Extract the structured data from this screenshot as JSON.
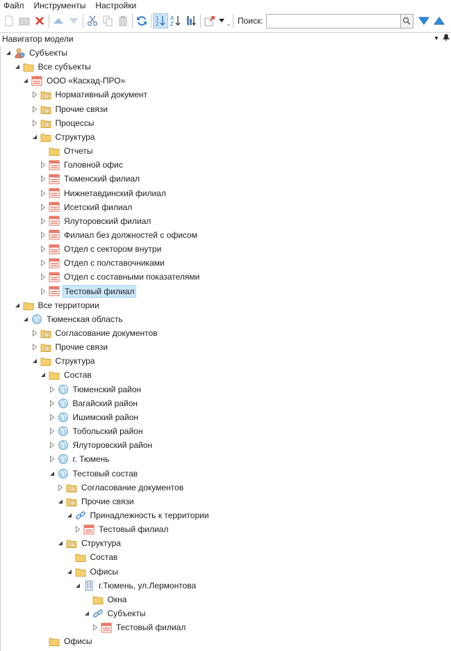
{
  "menu": [
    "Файл",
    "Инструменты",
    "Настройки"
  ],
  "search": {
    "label": "Поиск:",
    "value": ""
  },
  "panel": {
    "title": "Навигатор модели",
    "pin_glyph": "▾",
    "close_glyph": "⊣"
  },
  "tree": [
    {
      "depth": 0,
      "arrow": "expanded",
      "icon": "subjects-icon",
      "label": "Субъекты"
    },
    {
      "depth": 1,
      "arrow": "expanded",
      "icon": "folder-icon",
      "label": "Все субъекты"
    },
    {
      "depth": 2,
      "arrow": "expanded",
      "icon": "org-icon",
      "label": "ООО «Каскад-ПРО»"
    },
    {
      "depth": 3,
      "arrow": "collapsed",
      "icon": "folder-doc-icon",
      "label": "Нормативный документ"
    },
    {
      "depth": 3,
      "arrow": "collapsed",
      "icon": "folder-doc-icon",
      "label": "Прочие связи"
    },
    {
      "depth": 3,
      "arrow": "collapsed",
      "icon": "folder-doc-icon",
      "label": "Процессы"
    },
    {
      "depth": 3,
      "arrow": "expanded",
      "icon": "folder-icon",
      "label": "Структура"
    },
    {
      "depth": 4,
      "arrow": "none",
      "icon": "folder-icon",
      "label": "Отчеты"
    },
    {
      "depth": 4,
      "arrow": "collapsed",
      "icon": "org-icon",
      "label": "Головной офис"
    },
    {
      "depth": 4,
      "arrow": "collapsed",
      "icon": "org-icon",
      "label": "Тюменский филиал"
    },
    {
      "depth": 4,
      "arrow": "collapsed",
      "icon": "org-icon",
      "label": "Нижнетавдинский филиал"
    },
    {
      "depth": 4,
      "arrow": "collapsed",
      "icon": "org-icon",
      "label": "Исетский филиал"
    },
    {
      "depth": 4,
      "arrow": "collapsed",
      "icon": "org-icon",
      "label": "Ялуторовский филиал"
    },
    {
      "depth": 4,
      "arrow": "collapsed",
      "icon": "org-icon",
      "label": "Филиал без должностей с офисом"
    },
    {
      "depth": 4,
      "arrow": "collapsed",
      "icon": "org-icon",
      "label": "Отдел с сектором внутри"
    },
    {
      "depth": 4,
      "arrow": "collapsed",
      "icon": "org-icon",
      "label": "Отдел с полставочниками"
    },
    {
      "depth": 4,
      "arrow": "collapsed",
      "icon": "org-icon",
      "label": "Отдел с составными показателями"
    },
    {
      "depth": 4,
      "arrow": "collapsed",
      "icon": "org-icon",
      "label": "Тестовый филиал",
      "selected": true
    },
    {
      "depth": 1,
      "arrow": "expanded",
      "icon": "folder-icon",
      "label": "Все территории"
    },
    {
      "depth": 2,
      "arrow": "expanded",
      "icon": "globe-icon",
      "label": "Тюменская область"
    },
    {
      "depth": 3,
      "arrow": "collapsed",
      "icon": "folder-doc-icon",
      "label": "Согласование документов"
    },
    {
      "depth": 3,
      "arrow": "collapsed",
      "icon": "folder-doc-icon",
      "label": "Прочие связи"
    },
    {
      "depth": 3,
      "arrow": "expanded",
      "icon": "folder-icon",
      "label": "Структура"
    },
    {
      "depth": 4,
      "arrow": "expanded",
      "icon": "folder-icon",
      "label": "Состав"
    },
    {
      "depth": 5,
      "arrow": "collapsed",
      "icon": "globe-icon",
      "label": "Тюменский район"
    },
    {
      "depth": 5,
      "arrow": "collapsed",
      "icon": "globe-icon",
      "label": "Вагайский район"
    },
    {
      "depth": 5,
      "arrow": "collapsed",
      "icon": "globe-icon",
      "label": "Ишимский район"
    },
    {
      "depth": 5,
      "arrow": "collapsed",
      "icon": "globe-icon",
      "label": "Тобольский район"
    },
    {
      "depth": 5,
      "arrow": "collapsed",
      "icon": "globe-icon",
      "label": "Ялуторовский район"
    },
    {
      "depth": 5,
      "arrow": "collapsed",
      "icon": "globe-icon",
      "label": "г. Тюмень"
    },
    {
      "depth": 5,
      "arrow": "expanded",
      "icon": "globe-icon",
      "label": "Тестовый состав"
    },
    {
      "depth": 6,
      "arrow": "collapsed",
      "icon": "folder-doc-icon",
      "label": "Согласование документов"
    },
    {
      "depth": 6,
      "arrow": "expanded",
      "icon": "folder-doc-icon",
      "label": "Прочие связи"
    },
    {
      "depth": 7,
      "arrow": "expanded",
      "icon": "link-icon",
      "label": "Принадлежность к территории"
    },
    {
      "depth": 8,
      "arrow": "collapsed",
      "icon": "org-icon",
      "label": "Тестовый филиал"
    },
    {
      "depth": 6,
      "arrow": "expanded",
      "icon": "folder-doc-icon",
      "label": "Структура"
    },
    {
      "depth": 7,
      "arrow": "none",
      "icon": "folder-icon",
      "label": "Состав"
    },
    {
      "depth": 7,
      "arrow": "expanded",
      "icon": "folder-icon",
      "label": "Офисы"
    },
    {
      "depth": 8,
      "arrow": "expanded",
      "icon": "building-icon",
      "label": "г.Тюмень, ул.Лермонтова"
    },
    {
      "depth": 9,
      "arrow": "none",
      "icon": "folder-icon",
      "label": "Окна"
    },
    {
      "depth": 9,
      "arrow": "expanded",
      "icon": "link-icon",
      "label": "Субъекты"
    },
    {
      "depth": 10,
      "arrow": "collapsed",
      "icon": "org-icon",
      "label": "Тестовый филиал"
    },
    {
      "depth": 4,
      "arrow": "none",
      "icon": "folder-icon",
      "label": "Офисы"
    }
  ]
}
